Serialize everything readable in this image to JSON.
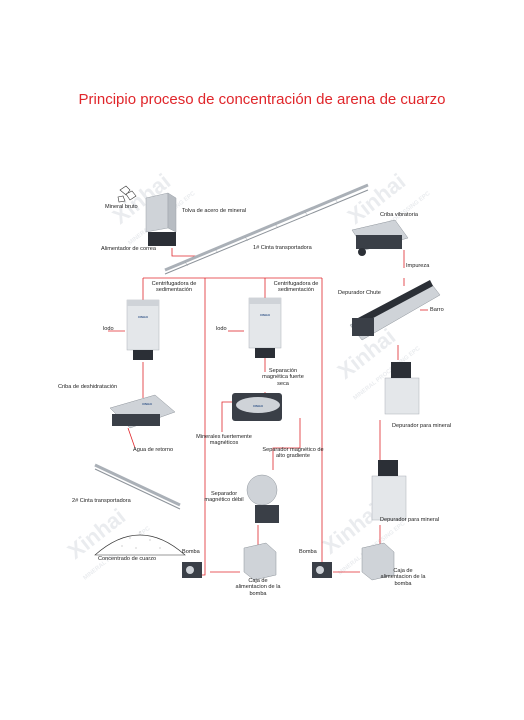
{
  "title": "Principio proceso de concentración de arena de cuarzo",
  "colors": {
    "title": "#e0262b",
    "flow_line": "#e0262b",
    "machine": "#cfd3d8",
    "machine_dark": "#2b2f36",
    "watermark": "#d9dde2"
  },
  "watermark": {
    "brand": "Xinhai",
    "tagline": "MINERAL PROCESSING EPC"
  },
  "labels": {
    "mineral_bruto": "Mineral bruto",
    "tolva": "Tolva de acero de mineral",
    "alimentador": "Alimentador de correa",
    "cinta1": "1# Cinta transportadora",
    "criba_vibratoria": "Criba vibratoria",
    "impureza": "Impureza",
    "depurador_chute": "Depurador Chute",
    "barro": "Barro",
    "centrifugadora_1": "Centrifugadora de sedimentación",
    "centrifugadora_2": "Centrifugadora de sedimentación",
    "lodo_1": "lodo",
    "lodo_2": "lodo",
    "sep_magnetica_seca": "Separación magnética fuerte seca",
    "criba_deshidratacion": "Criba de deshidratación",
    "agua_retorno": "Agua de retorno",
    "minerales_fuertemente": "Minerales fuertemente magnéticos",
    "sep_alto_gradiente": "Separador magnético de alto gradiente",
    "depurador_1": "Depurador para mineral",
    "depurador_2": "Depurador para mineral",
    "cinta2": "2# Cinta transportadora",
    "sep_debil": "Separador magnético débil",
    "bomba_1": "Bomba",
    "bomba_2": "Bomba",
    "concentrado": "Concentrado de cuarzo",
    "caja_1": "Caja de alimentacion de la bomba",
    "caja_2": "Caja de alimentacion de la bomba"
  }
}
